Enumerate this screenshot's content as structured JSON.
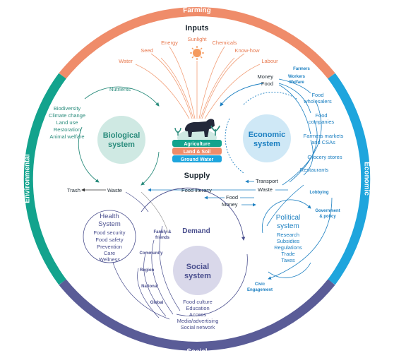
{
  "ring": {
    "farming": "Farming",
    "economic": "Economic",
    "social": "Social",
    "environmental": "Environmental",
    "colors": {
      "farming": "#ef8c6a",
      "economic": "#1ea5dd",
      "social": "#5a5c97",
      "environmental": "#13a38d"
    }
  },
  "inputs": {
    "title": "Inputs",
    "items": [
      "Water",
      "Seed",
      "Energy",
      "Sunlight",
      "Chemicals",
      "Know-how",
      "Labour"
    ]
  },
  "biological": {
    "title_line1": "Biological",
    "title_line2": "system",
    "nutrients": "Nutrients",
    "factors": [
      "Biodiversity",
      "Climate change",
      "Land use",
      "Restoration",
      "Animal welfare"
    ]
  },
  "economic": {
    "title_line1": "Economic",
    "title_line2": "system",
    "money": "Money",
    "food": "Food",
    "farmers": "Farmers",
    "workers_line1": "Workers",
    "workers_line2": "Welfare",
    "actors": [
      "Food wholesalers",
      "Food companies",
      "Farmers markets and CSAs",
      "Grocery stores",
      "Restaurants"
    ],
    "actor_lines": {
      "wholesalers": [
        "Food",
        "wholesalers"
      ],
      "companies": [
        "Food",
        "companies"
      ],
      "markets": [
        "Farmers markets",
        "and CSAs"
      ],
      "grocery": "Grocery stores",
      "restaurants": "Restaurants"
    }
  },
  "center": {
    "agriculture": "Agriculture",
    "land_soil": "Land & Soil",
    "ground_water": "Ground Water",
    "supply": "Supply"
  },
  "flows": {
    "transport": "Transport",
    "waste_right": "Waste",
    "trash": "Trash",
    "waste_left": "Waste",
    "food_literacy": "Food literacy",
    "food": "Food",
    "money": "Money"
  },
  "health": {
    "title_line1": "Health",
    "title_line2": "System",
    "items": [
      "Food security",
      "Food safety",
      "Prevention",
      "Care",
      "Wellness"
    ]
  },
  "political": {
    "title_line1": "Political",
    "title_line2": "system",
    "items": [
      "Research",
      "Subsidies",
      "Regulations",
      "Trade",
      "Taxes"
    ],
    "lobbying": "Lobbying",
    "government_line1": "Government",
    "government_line2": "& policy",
    "civic_line1": "Civic",
    "civic_line2": "Engagement"
  },
  "social": {
    "title_line1": "Social",
    "title_line2": "system",
    "demand": "Demand",
    "family_line1": "Family &",
    "family_line2": "friends",
    "levels": [
      "Community",
      "Region",
      "National",
      "Global"
    ],
    "items": [
      "Food culture",
      "Education",
      "Access",
      "Media/advertising",
      "Social network"
    ]
  }
}
